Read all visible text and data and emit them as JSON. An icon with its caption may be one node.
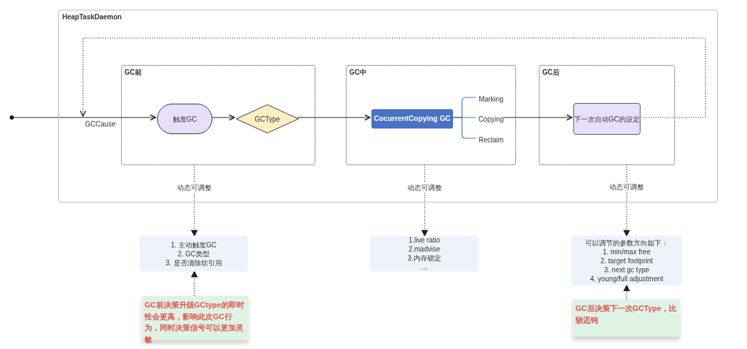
{
  "diagram": {
    "nodes": [
      {
        "text": [
          "HeapTaskDaemon"
        ]
      },
      {
        "text": [
          "GC前"
        ],
        "in": 0
      },
      {
        "text": [
          "触发GC"
        ],
        "in": 1
      },
      {
        "text": [
          "GCType"
        ],
        "in": 1
      },
      {
        "text": [
          "GC中"
        ],
        "in": 0
      },
      {
        "text": [
          "CocurrentCopying GC"
        ],
        "in": 4
      },
      {
        "text": [
          "Marking"
        ],
        "in": 4
      },
      {
        "text": [
          "Copying"
        ],
        "in": 4
      },
      {
        "text": [
          "Reclaim"
        ],
        "in": 4
      },
      {
        "text": [
          "GC后"
        ],
        "in": 0
      },
      {
        "text": [
          "下一次自动GC的设定"
        ],
        "in": 9
      },
      {
        "text": [],
        "shape": "circle"
      },
      {
        "text": [
          "1. 主动触发GC",
          "2. GC类型",
          "3. 是否清除软引用"
        ]
      },
      {
        "text": [
          "1.live ratio",
          "2.madvise",
          "3.内存锁定",
          "..."
        ]
      },
      {
        "text": [
          "可以调节的参数方向如下：",
          "1. min/max free",
          "2. target footprint",
          "3. next gc type",
          "4. young/full adjustment"
        ]
      },
      {
        "text": [
          "GC前决策升级GCtype的即时性会更高，影响此次GC行为，同时决策信号可以更加灵敏"
        ]
      },
      {
        "text": [
          "GC后决策下一次GCType，比较迟钝"
        ]
      }
    ],
    "edges": [
      {
        "from": 11,
        "to": 2,
        "arrow": "to",
        "label": "GCCause"
      },
      {
        "from": 2,
        "to": 3,
        "arrow": "to"
      },
      {
        "from": 3,
        "to": 5,
        "arrow": "to"
      },
      {
        "from": 5,
        "to": 6,
        "arrow": "none",
        "color": "#4472c4"
      },
      {
        "from": 5,
        "to": 7,
        "arrow": "none",
        "color": "#4472c4"
      },
      {
        "from": 5,
        "to": 8,
        "arrow": "none",
        "color": "#4472c4"
      },
      {
        "from": 7,
        "to": 10,
        "arrow": "to"
      },
      {
        "from": 10,
        "to": null,
        "arrow": "to",
        "style": "dashed"
      },
      {
        "from": 1,
        "to": 12,
        "arrow": "to",
        "style": "dashed",
        "label": "动态可调整"
      },
      {
        "from": 4,
        "to": 13,
        "arrow": "to",
        "style": "dashed",
        "label": "动态可调整"
      },
      {
        "from": 9,
        "to": 14,
        "arrow": "to",
        "style": "dashed",
        "label": "动态可调整"
      },
      {
        "from": 15,
        "to": 12,
        "arrow": "to",
        "style": "dashed"
      },
      {
        "from": 16,
        "to": 14,
        "arrow": "to",
        "style": "dashed"
      }
    ]
  }
}
